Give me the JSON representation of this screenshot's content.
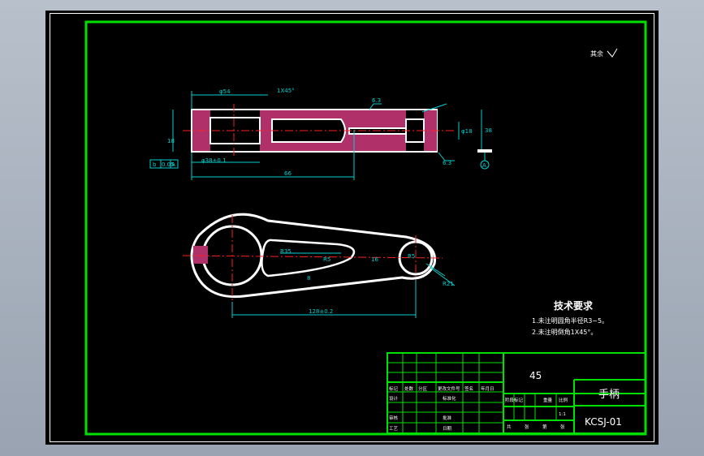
{
  "drawing": {
    "roughness_note": "其余",
    "technical_requirements": {
      "heading": "技术要求",
      "items": [
        "1.未注明圆角半径R3~5。",
        "2.未注明倒角1X45°。"
      ]
    },
    "dimensions": {
      "top_width": "φ54",
      "chamfer": "1X45°",
      "hole": "φ38±0.1",
      "length": "66",
      "height_left": "18",
      "height_right": "38",
      "roughness_1": "6.3",
      "roughness_2": "6.3",
      "right_dim": "φ18",
      "flatness": "0.05",
      "datum": "A",
      "tol_label": "b",
      "center_distance": "128±0.2",
      "bore_small": "R5",
      "mid_dim": "R35",
      "r_big": "R5",
      "r_end": "R21",
      "dim_8": "8",
      "dim_16": "16"
    },
    "title_block": {
      "material": "45",
      "part_name": "手柄",
      "drawing_no": "KCSJ-01",
      "scale": "1:1",
      "row_labels": [
        "标记",
        "处数",
        "分区",
        "更改文件号",
        "签名",
        "年月日"
      ],
      "side_labels": [
        "设计",
        "审核",
        "工艺"
      ],
      "mid_labels": [
        "标准化",
        "批准",
        "日期"
      ],
      "stage_labels": [
        "阶段标记",
        "重量",
        "比例"
      ],
      "sheet_labels": [
        "共",
        "张",
        "第",
        "张"
      ]
    }
  }
}
